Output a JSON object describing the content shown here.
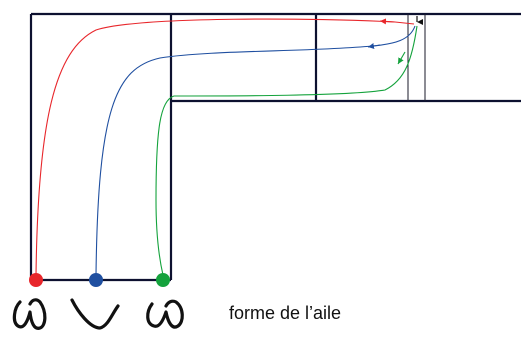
{
  "caption": "forme de l’aile",
  "colors": {
    "wall": "#0d1130",
    "thin_line": "#1a1a2a",
    "red": "#e8262b",
    "blue": "#1f4fa0",
    "green": "#14a23c",
    "handwriting": "#111111"
  },
  "streamlines": [
    {
      "name": "red",
      "color": "#e8262b"
    },
    {
      "name": "blue",
      "color": "#1f4fa0"
    },
    {
      "name": "green",
      "color": "#14a23c"
    }
  ],
  "handwritten_glyphs": [
    "ω",
    "ν",
    "ω"
  ]
}
